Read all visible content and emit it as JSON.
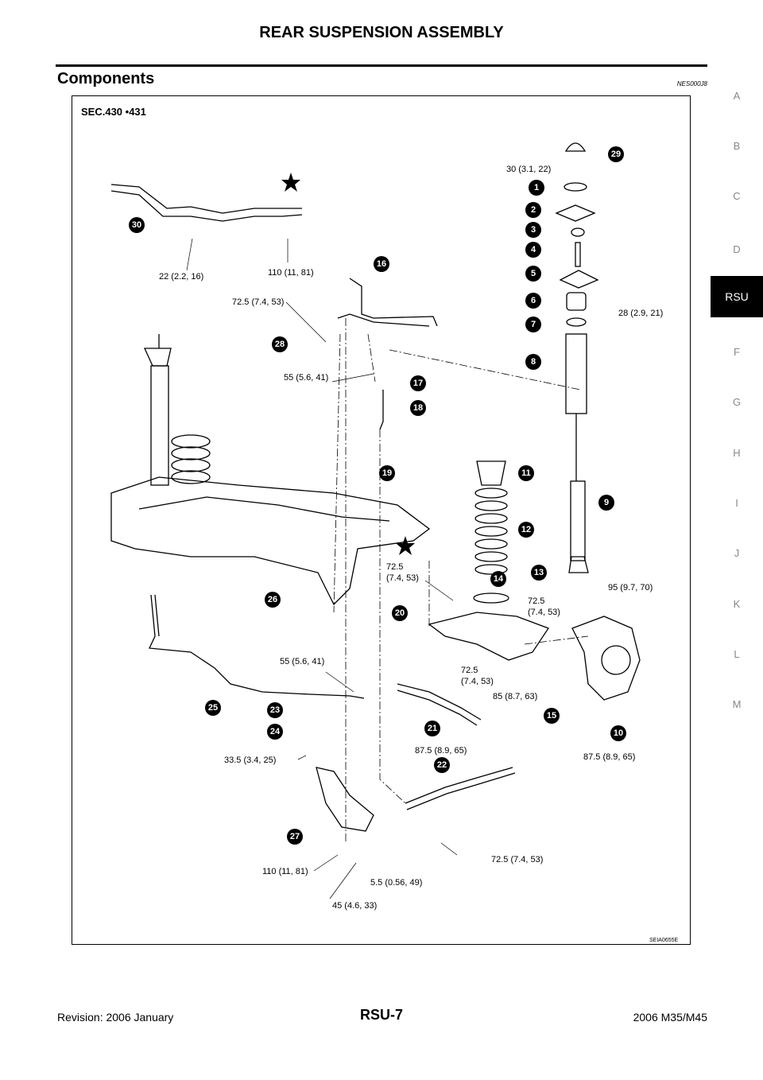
{
  "header": {
    "title": "REAR SUSPENSION ASSEMBLY"
  },
  "section": {
    "title": "Components",
    "code": "NES000J8"
  },
  "side_index": [
    "A",
    "B",
    "C",
    "D",
    "RSU",
    "F",
    "G",
    "H",
    "I",
    "J",
    "K",
    "L",
    "M"
  ],
  "side_index_active": "RSU",
  "figure": {
    "sec": "SEC.430 •431",
    "code": "SEIA0655E",
    "torque_labels": {
      "t30": "30 (3.1, 22)",
      "t22": "22 (2.2, 16)",
      "t110a": "110 (11, 81)",
      "t725a": "72.5 (7.4, 53)",
      "t28": "28 (2.9, 21)",
      "t55a": "55 (5.6, 41)",
      "t725b_1": "72.5",
      "t725b_2": "(7.4, 53)",
      "t725c_1": "72.5",
      "t725c_2": "(7.4, 53)",
      "t95": "95 (9.7, 70)",
      "t55b": "55 (5.6, 41)",
      "t725d_1": "72.5",
      "t725d_2": "(7.4, 53)",
      "t85": "85 (8.7, 63)",
      "t875a": "87.5 (8.9, 65)",
      "t875b": "87.5 (8.9, 65)",
      "t335": "33.5 (3.4, 25)",
      "t725e": "72.5 (7.4, 53)",
      "t110b": "110 (11, 81)",
      "t55c": "5.5  (0.56,  49)",
      "t45": "45 (4.6, 33)"
    },
    "callouts": [
      "1",
      "2",
      "3",
      "4",
      "5",
      "6",
      "7",
      "8",
      "9",
      "10",
      "11",
      "12",
      "13",
      "14",
      "15",
      "16",
      "17",
      "18",
      "19",
      "20",
      "21",
      "22",
      "23",
      "24",
      "25",
      "26",
      "27",
      "28",
      "29",
      "30"
    ]
  },
  "footer": {
    "revision": "Revision: 2006 January",
    "page": "RSU-7",
    "model": "2006 M35/M45"
  }
}
